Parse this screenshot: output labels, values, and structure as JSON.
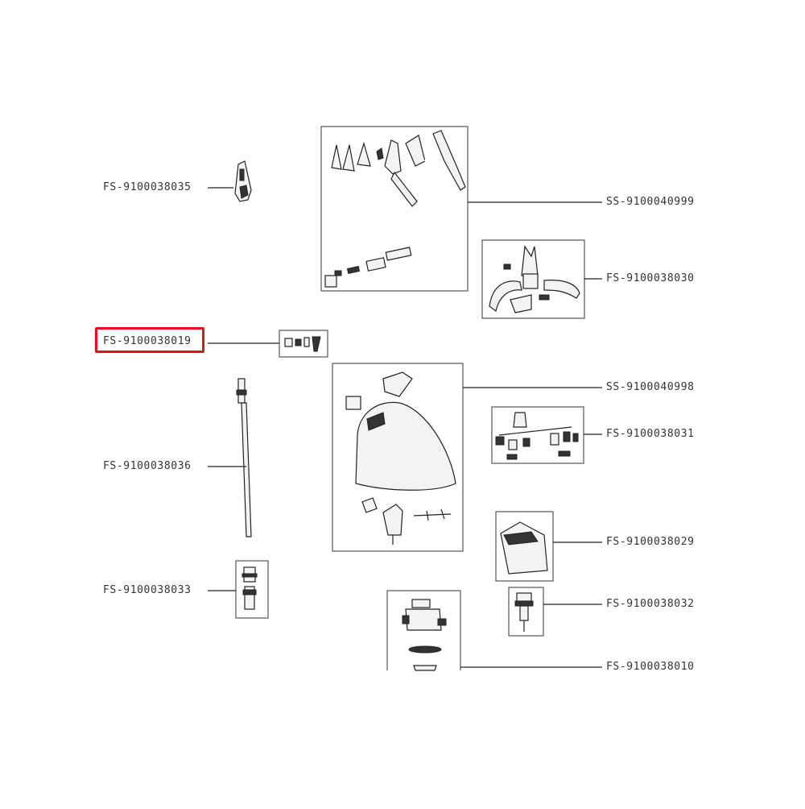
{
  "highlight_color": "#e01020",
  "highlighted_part": "FS-9100038019",
  "parts": [
    {
      "id": "p35",
      "code": "FS-9100038035"
    },
    {
      "id": "p999",
      "code": "SS-9100040999"
    },
    {
      "id": "p30",
      "code": "FS-9100038030"
    },
    {
      "id": "p19",
      "code": "FS-9100038019"
    },
    {
      "id": "p998",
      "code": "SS-9100040998"
    },
    {
      "id": "p31",
      "code": "FS-9100038031"
    },
    {
      "id": "p36",
      "code": "FS-9100038036"
    },
    {
      "id": "p29",
      "code": "FS-9100038029"
    },
    {
      "id": "p33",
      "code": "FS-9100038033"
    },
    {
      "id": "p32",
      "code": "FS-9100038032"
    },
    {
      "id": "p10",
      "code": "FS-9100038010"
    }
  ]
}
